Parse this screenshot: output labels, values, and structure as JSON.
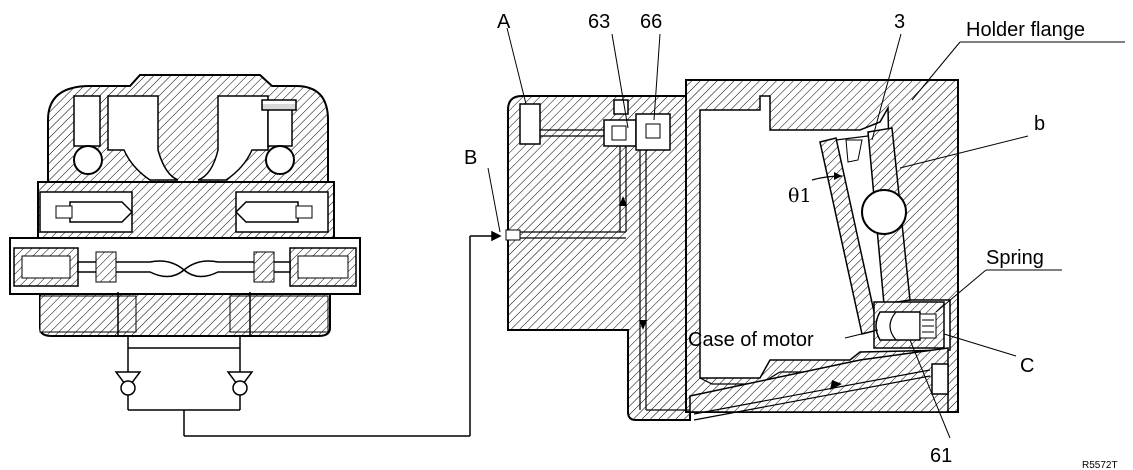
{
  "labels": {
    "A": "A",
    "B": "B",
    "C": "C",
    "b": "b",
    "part_3": "3",
    "part_63": "63",
    "part_66": "66",
    "part_61": "61",
    "holder_flange": "Holder flange",
    "spring": "Spring",
    "case_of_motor": "Case of motor",
    "theta": "θ1",
    "figure_code": "R5572T"
  }
}
